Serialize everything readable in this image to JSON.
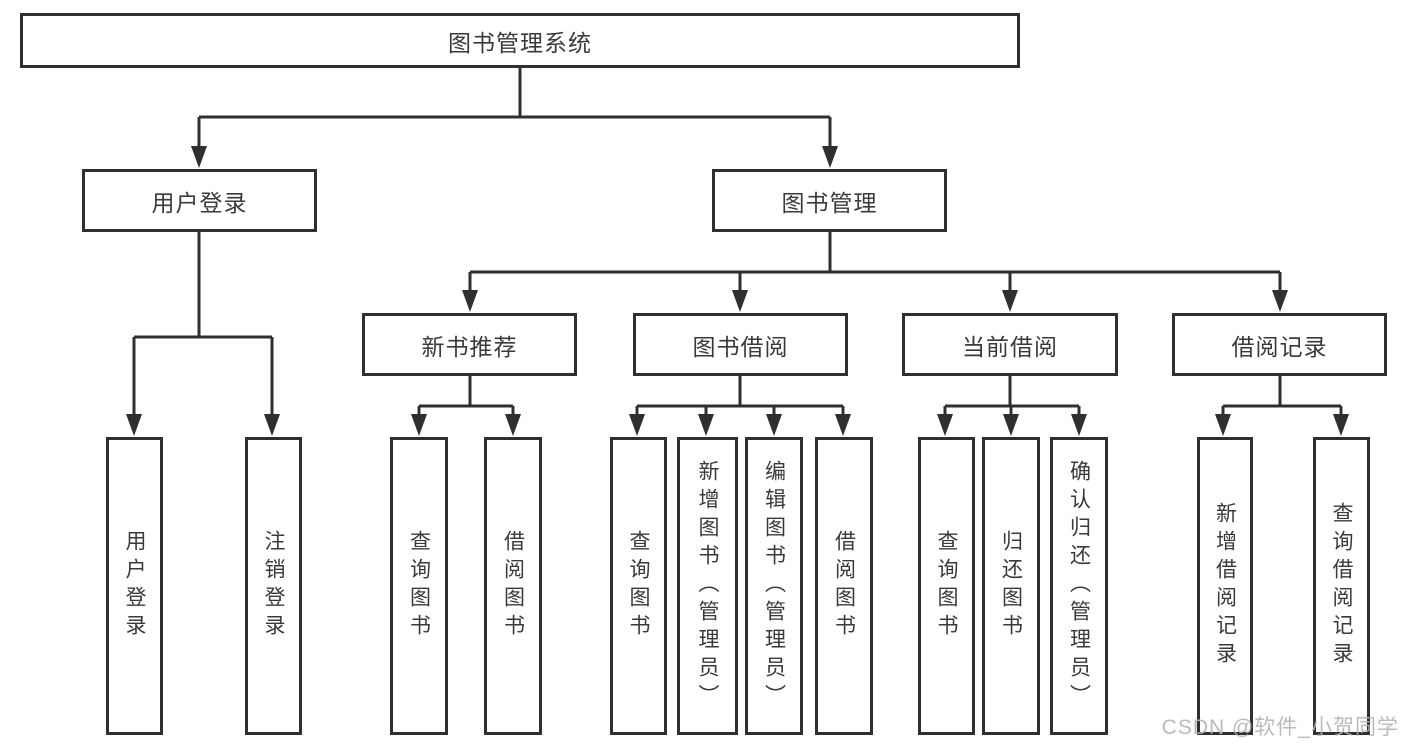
{
  "diagram": {
    "root": {
      "label": "图书管理系统"
    },
    "branches": [
      {
        "label": "用户登录",
        "children": [
          {
            "label": "用户登录"
          },
          {
            "label": "注销登录"
          }
        ]
      },
      {
        "label": "图书管理",
        "children": [
          {
            "label": "新书推荐",
            "children": [
              {
                "label": "查询图书"
              },
              {
                "label": "借阅图书"
              }
            ]
          },
          {
            "label": "图书借阅",
            "children": [
              {
                "label": "查询图书"
              },
              {
                "label": "新增图书（管理员）"
              },
              {
                "label": "编辑图书（管理员）"
              },
              {
                "label": "借阅图书"
              }
            ]
          },
          {
            "label": "当前借阅",
            "children": [
              {
                "label": "查询图书"
              },
              {
                "label": "归还图书"
              },
              {
                "label": "确认归还（管理员）"
              }
            ]
          },
          {
            "label": "借阅记录",
            "children": [
              {
                "label": "新增借阅记录"
              },
              {
                "label": "查询借阅记录"
              }
            ]
          }
        ]
      }
    ]
  },
  "watermark": "CSDN @软件_小贺同学",
  "colors": {
    "line": "#2f2f2f",
    "text": "#3a3a3a",
    "watermark": "#b3b3b3",
    "background": "#ffffff"
  }
}
